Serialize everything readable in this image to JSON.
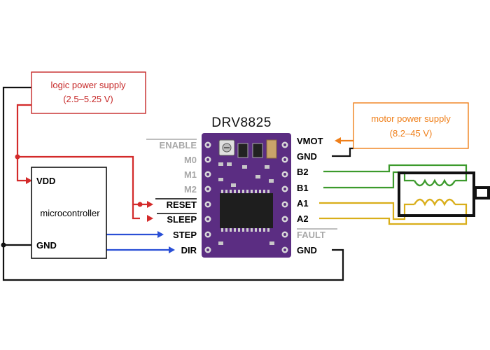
{
  "colors": {
    "logic": "#d32a2a",
    "motor": "#ef7f1a",
    "signal": "#2a4fd6",
    "coilB": "#3c9a2c",
    "coilA": "#d9ae1a",
    "ground": "#111111",
    "board": "#5b2d82",
    "inactive_pin": "#a8a8a8"
  },
  "title": "DRV8825",
  "logic_supply": {
    "line1": "logic power supply",
    "line2": "(2.5–5.25 V)"
  },
  "motor_supply": {
    "line1": "motor power supply",
    "line2": "(8.2–45 V)"
  },
  "microcontroller": {
    "label": "microcontroller",
    "vdd": "VDD",
    "gnd": "GND"
  },
  "left_pins": {
    "enable": "ENABLE",
    "m0": "M0",
    "m1": "M1",
    "m2": "M2",
    "reset": "RESET",
    "sleep": "SLEEP",
    "step": "STEP",
    "dir": "DIR"
  },
  "right_pins": {
    "vmot": "VMOT",
    "gnd1": "GND",
    "b2": "B2",
    "b1": "B1",
    "a1": "A1",
    "a2": "A2",
    "fault": "FAULT",
    "gnd2": "GND"
  }
}
